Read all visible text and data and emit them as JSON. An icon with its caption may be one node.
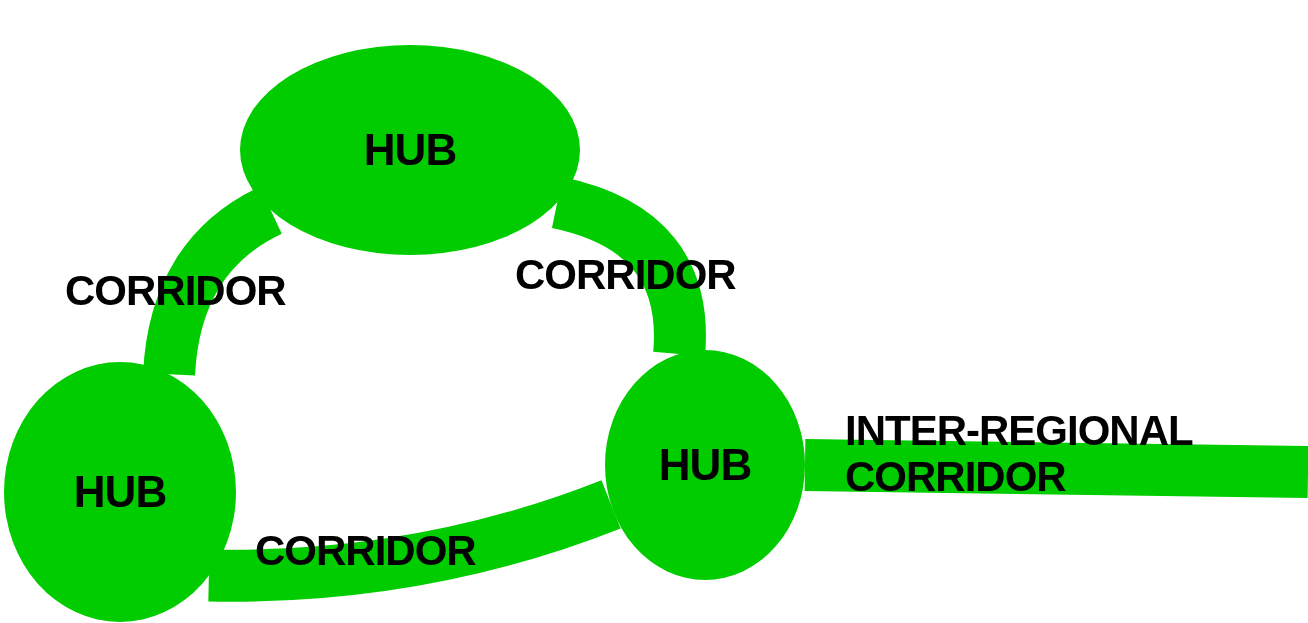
{
  "diagram": {
    "nodes": [
      {
        "text": [
          "HUB"
        ]
      },
      {
        "text": [
          "HUB"
        ]
      },
      {
        "text": [
          "HUB"
        ]
      }
    ],
    "edges": [
      {
        "from": 0,
        "to": 1,
        "arrow": "none",
        "label": "CORRIDOR"
      },
      {
        "from": 0,
        "to": 2,
        "arrow": "none",
        "label": "CORRIDOR"
      },
      {
        "from": 1,
        "to": 2,
        "arrow": "none",
        "label": "CORRIDOR"
      },
      {
        "from": 2,
        "to": null,
        "arrow": "none",
        "label": "INTER-REGIONAL CORRIDOR"
      }
    ]
  }
}
